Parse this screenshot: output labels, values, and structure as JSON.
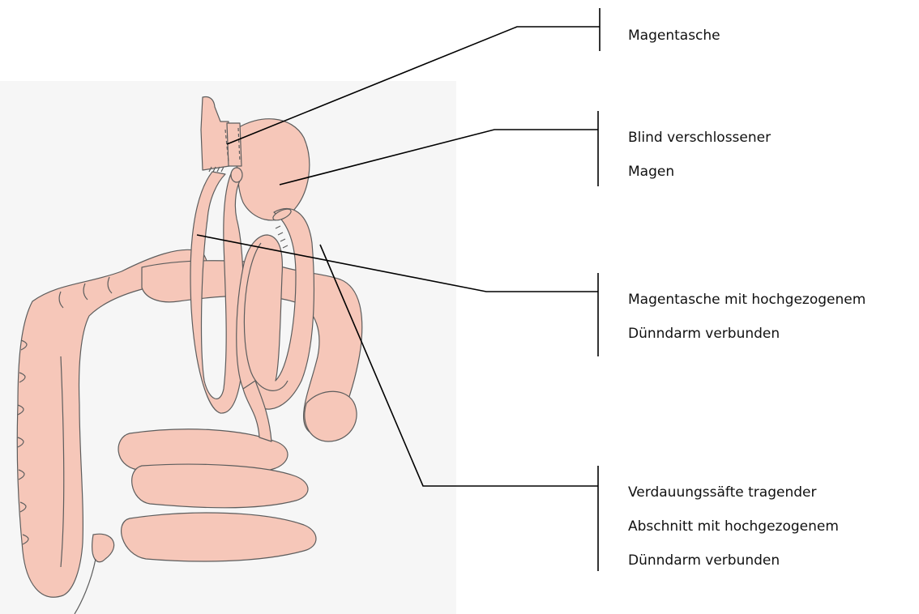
{
  "labels": {
    "gastric_pouch": [
      "Magentasche"
    ],
    "blind_stomach": [
      "Blind verschlossener",
      "Magen"
    ],
    "pouch_connection": [
      "Magentasche mit hochgezogenem",
      "Dünndarm verbunden"
    ],
    "biliary_limb": [
      "Verdauungssäfte tragender",
      "Abschnitt mit hochgezogenem",
      "Dünndarm verbunden"
    ]
  },
  "colors": {
    "organ_fill": "#f6c7b9",
    "organ_outline": "#5d5d5d",
    "panel_bg": "#f6f6f6",
    "leader_line": "#000000"
  }
}
